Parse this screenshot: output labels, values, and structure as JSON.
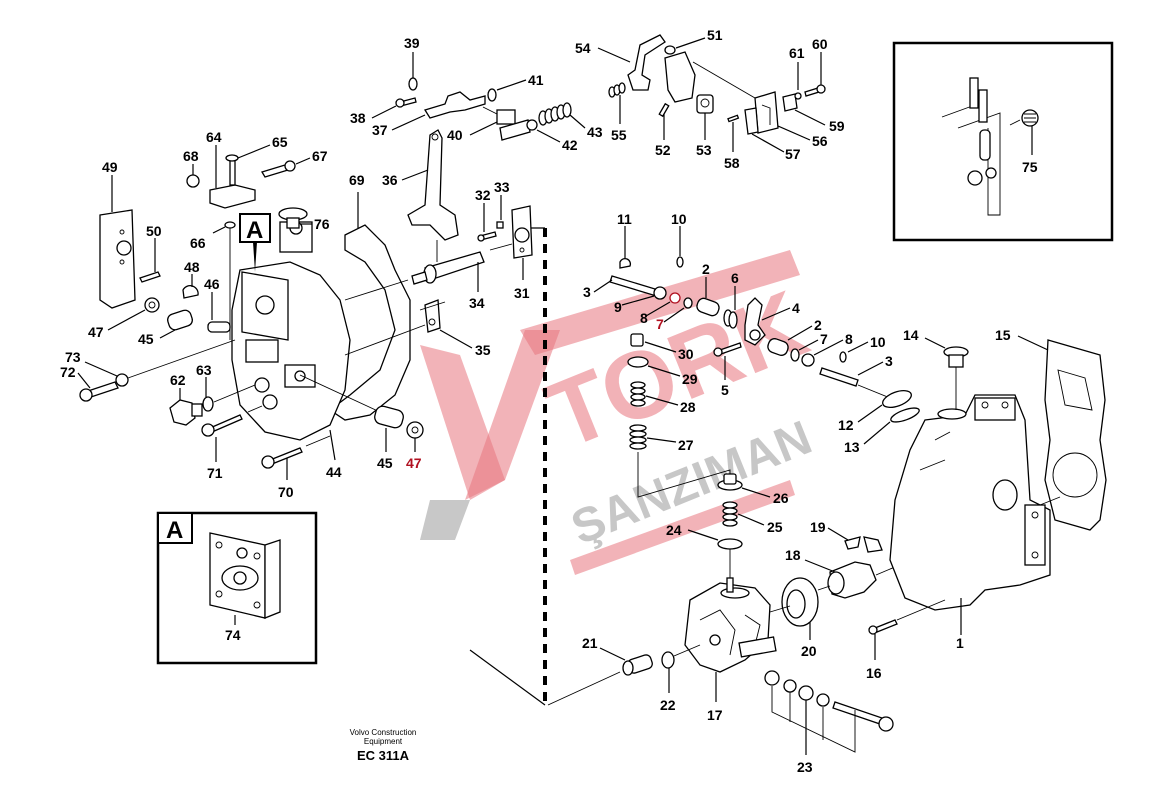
{
  "diagram": {
    "credit_line1": "Volvo Construction",
    "credit_line2": "Equipment",
    "drawing_code": "EC 311A",
    "detail_marker": "A",
    "inset_marker": "A",
    "watermark": {
      "brand": "TORK",
      "subtitle": "ŞANZIMAN",
      "primary_color": "#e8747e",
      "secondary_color": "#9a9a9a"
    },
    "callouts": {
      "c1": "1",
      "c2a": "2",
      "c2b": "2",
      "c3a": "3",
      "c3b": "3",
      "c4": "4",
      "c5": "5",
      "c6": "6",
      "c7a": "7",
      "c7b": "7",
      "c8a": "8",
      "c8b": "8",
      "c9": "9",
      "c10a": "10",
      "c10b": "10",
      "c11": "11",
      "c12": "12",
      "c13": "13",
      "c14": "14",
      "c15": "15",
      "c16": "16",
      "c17": "17",
      "c18": "18",
      "c19": "19",
      "c20": "20",
      "c21": "21",
      "c22": "22",
      "c23": "23",
      "c24": "24",
      "c25": "25",
      "c26": "26",
      "c27": "27",
      "c28": "28",
      "c29": "29",
      "c30": "30",
      "c31": "31",
      "c32": "32",
      "c33": "33",
      "c34": "34",
      "c35": "35",
      "c36": "36",
      "c37": "37",
      "c38": "38",
      "c39": "39",
      "c40": "40",
      "c41": "41",
      "c42": "42",
      "c43": "43",
      "c44": "44",
      "c45a": "45",
      "c45b": "45",
      "c46": "46",
      "c47a": "47",
      "c47b": "47",
      "c48": "48",
      "c49": "49",
      "c50": "50",
      "c51": "51",
      "c52": "52",
      "c53": "53",
      "c54": "54",
      "c55": "55",
      "c56": "56",
      "c57": "57",
      "c58": "58",
      "c59": "59",
      "c60": "60",
      "c61": "61",
      "c62": "62",
      "c63": "63",
      "c64": "64",
      "c65": "65",
      "c66": "66",
      "c67": "67",
      "c68": "68",
      "c69": "69",
      "c70": "70",
      "c71": "71",
      "c72": "72",
      "c73": "73",
      "c74": "74",
      "c75": "75",
      "c76": "76"
    }
  }
}
